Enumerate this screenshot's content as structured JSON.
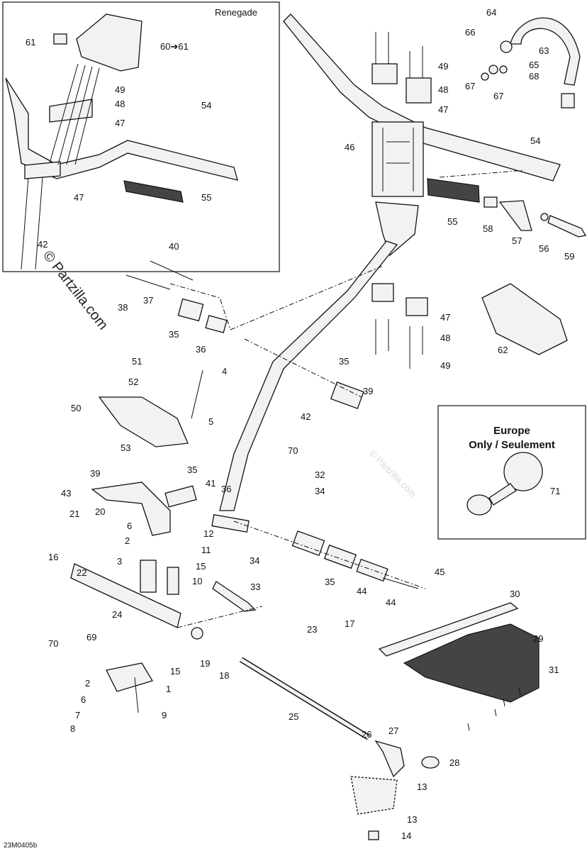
{
  "diagram": {
    "renegade_box_title": "Renegade",
    "europe_box_title_line1": "Europe",
    "europe_box_title_line2": "Only / Seulement",
    "watermark_main": "© Partzilla.com",
    "watermark_faint": "© Partzilla.com",
    "figure_code": "23M0405b",
    "callouts": [
      {
        "id": "c61",
        "text": "61"
      },
      {
        "id": "c60",
        "text": "60➔61"
      },
      {
        "id": "c49r",
        "text": "49"
      },
      {
        "id": "c48r",
        "text": "48"
      },
      {
        "id": "c47r1",
        "text": "47"
      },
      {
        "id": "c54r",
        "text": "54"
      },
      {
        "id": "c47r2",
        "text": "47"
      },
      {
        "id": "c55r",
        "text": "55"
      },
      {
        "id": "c42r",
        "text": "42"
      },
      {
        "id": "c64",
        "text": "64"
      },
      {
        "id": "c66",
        "text": "66"
      },
      {
        "id": "c63",
        "text": "63"
      },
      {
        "id": "c65",
        "text": "65"
      },
      {
        "id": "c67a",
        "text": "67"
      },
      {
        "id": "c68",
        "text": "68"
      },
      {
        "id": "c67b",
        "text": "67"
      },
      {
        "id": "c49a",
        "text": "49"
      },
      {
        "id": "c48a",
        "text": "48"
      },
      {
        "id": "c47a",
        "text": "47"
      },
      {
        "id": "c46",
        "text": "46"
      },
      {
        "id": "c54",
        "text": "54"
      },
      {
        "id": "c55",
        "text": "55"
      },
      {
        "id": "c58",
        "text": "58"
      },
      {
        "id": "c57",
        "text": "57"
      },
      {
        "id": "c56",
        "text": "56"
      },
      {
        "id": "c59",
        "text": "59"
      },
      {
        "id": "c40",
        "text": "40"
      },
      {
        "id": "c38",
        "text": "38"
      },
      {
        "id": "c37",
        "text": "37"
      },
      {
        "id": "c35a",
        "text": "35"
      },
      {
        "id": "c36a",
        "text": "36"
      },
      {
        "id": "c47b",
        "text": "47"
      },
      {
        "id": "c48b",
        "text": "48"
      },
      {
        "id": "c49b",
        "text": "49"
      },
      {
        "id": "c62",
        "text": "62"
      },
      {
        "id": "c51",
        "text": "51"
      },
      {
        "id": "c4",
        "text": "4"
      },
      {
        "id": "c52",
        "text": "52"
      },
      {
        "id": "c50",
        "text": "50"
      },
      {
        "id": "c5",
        "text": "5"
      },
      {
        "id": "c53",
        "text": "53"
      },
      {
        "id": "c35b",
        "text": "35"
      },
      {
        "id": "c39a",
        "text": "39"
      },
      {
        "id": "c42",
        "text": "42"
      },
      {
        "id": "c70a",
        "text": "70"
      },
      {
        "id": "c39b",
        "text": "39"
      },
      {
        "id": "c35c",
        "text": "35"
      },
      {
        "id": "c32",
        "text": "32"
      },
      {
        "id": "c43",
        "text": "43"
      },
      {
        "id": "c41",
        "text": "41"
      },
      {
        "id": "c36b",
        "text": "36"
      },
      {
        "id": "c34a",
        "text": "34"
      },
      {
        "id": "c21",
        "text": "21"
      },
      {
        "id": "c20",
        "text": "20"
      },
      {
        "id": "c6a",
        "text": "6"
      },
      {
        "id": "c12",
        "text": "12"
      },
      {
        "id": "c2a",
        "text": "2"
      },
      {
        "id": "c11",
        "text": "11"
      },
      {
        "id": "c16",
        "text": "16"
      },
      {
        "id": "c3",
        "text": "3"
      },
      {
        "id": "c15a",
        "text": "15"
      },
      {
        "id": "c34b",
        "text": "34"
      },
      {
        "id": "c22",
        "text": "22"
      },
      {
        "id": "c10",
        "text": "10"
      },
      {
        "id": "c35d",
        "text": "35"
      },
      {
        "id": "c45",
        "text": "45"
      },
      {
        "id": "c44a",
        "text": "44"
      },
      {
        "id": "c44b",
        "text": "44"
      },
      {
        "id": "c33",
        "text": "33"
      },
      {
        "id": "c24",
        "text": "24"
      },
      {
        "id": "c23",
        "text": "23"
      },
      {
        "id": "c17",
        "text": "17"
      },
      {
        "id": "c30",
        "text": "30"
      },
      {
        "id": "c70b",
        "text": "70"
      },
      {
        "id": "c69",
        "text": "69"
      },
      {
        "id": "c19",
        "text": "19"
      },
      {
        "id": "c18",
        "text": "18"
      },
      {
        "id": "c29",
        "text": "29"
      },
      {
        "id": "c15b",
        "text": "15"
      },
      {
        "id": "c31",
        "text": "31"
      },
      {
        "id": "c2b",
        "text": "2"
      },
      {
        "id": "c1",
        "text": "1"
      },
      {
        "id": "c6b",
        "text": "6"
      },
      {
        "id": "c9",
        "text": "9"
      },
      {
        "id": "c25",
        "text": "25"
      },
      {
        "id": "c7",
        "text": "7"
      },
      {
        "id": "c26",
        "text": "26"
      },
      {
        "id": "c27",
        "text": "27"
      },
      {
        "id": "c8",
        "text": "8"
      },
      {
        "id": "c28",
        "text": "28"
      },
      {
        "id": "c13a",
        "text": "13"
      },
      {
        "id": "c13b",
        "text": "13"
      },
      {
        "id": "c14",
        "text": "14"
      },
      {
        "id": "c71",
        "text": "71"
      }
    ]
  }
}
